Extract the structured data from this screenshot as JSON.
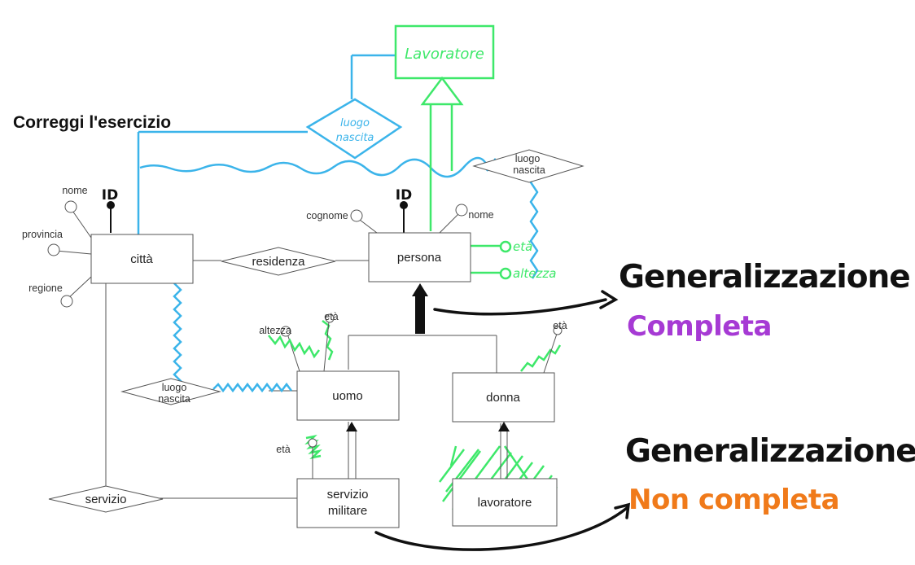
{
  "diagram": {
    "title": "Correggi l'esercizio",
    "entities": {
      "citta": "città",
      "persona": "persona",
      "uomo": "uomo",
      "donna": "donna",
      "servizio_militare_line1": "servizio",
      "servizio_militare_line2": "militare",
      "lavoratore_original": "lavoratore"
    },
    "relationships": {
      "residenza": "residenza",
      "luogo_nascita_top_line1": "luogo",
      "luogo_nascita_top_line2": "nascita",
      "luogo_nascita_left_line1": "luogo",
      "luogo_nascita_left_line2": "nascita",
      "servizio": "servizio"
    },
    "attributes": {
      "nome_citta": "nome",
      "provincia": "provincia",
      "regione": "regione",
      "cognome": "cognome",
      "nome_persona": "nome",
      "altezza": "altezza",
      "eta_uomo": "età",
      "eta_donna": "età",
      "eta_servizio": "età"
    },
    "annotations": {
      "id_citta": "ID",
      "id_persona": "ID",
      "lavoratore_new": "Lavoratore",
      "luogo_nascita_new_line1": "luogo",
      "luogo_nascita_new_line2": "nascita",
      "eta_persona": "età",
      "altezza_persona": "altezza",
      "generalizzazione_1": "Generalizzazione",
      "completa": "Completa",
      "generalizzazione_2": "Generalizzazione",
      "non_completa": "Non completa"
    },
    "colors": {
      "blue": "#3bb4ea",
      "green": "#3ee86a",
      "purple": "#a63ad4",
      "orange": "#f07a1a",
      "black": "#111111"
    }
  }
}
